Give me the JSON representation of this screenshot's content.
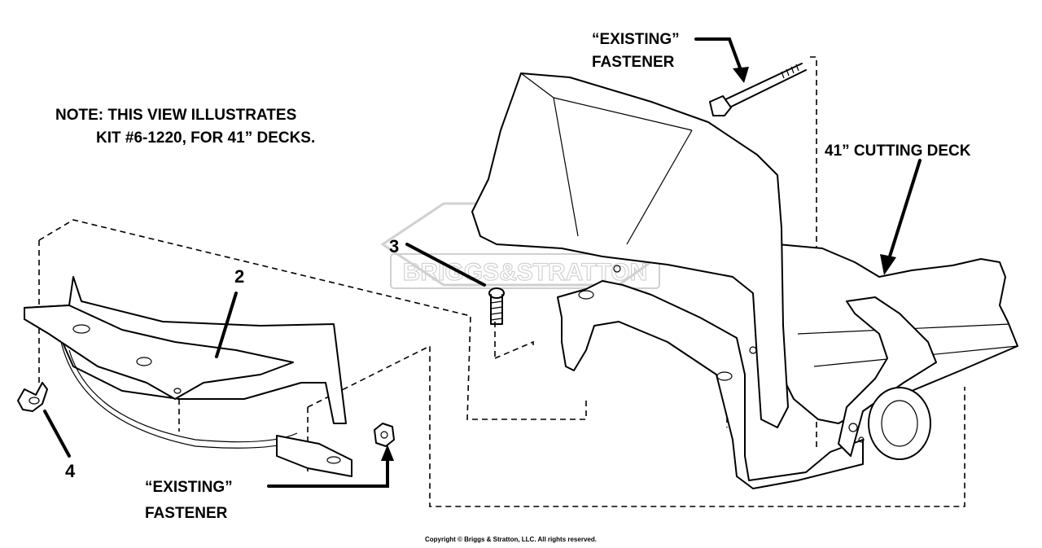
{
  "note": {
    "line1": "NOTE: THIS VIEW ILLUSTRATES",
    "line2": "KIT #6-1220, FOR 41” DECKS."
  },
  "callouts": {
    "existing_fastener_top": {
      "line1": "“EXISTING”",
      "line2": "FASTENER"
    },
    "existing_fastener_bottom": {
      "line1": "“EXISTING”",
      "line2": "FASTENER"
    },
    "cutting_deck": "41” CUTTING DECK"
  },
  "part_numbers": {
    "p2": "2",
    "p3": "3",
    "p4": "4"
  },
  "watermark": "BRIGGS&STRATTON",
  "copyright": "Copyright © Briggs & Stratton, LLC. All rights reserved."
}
